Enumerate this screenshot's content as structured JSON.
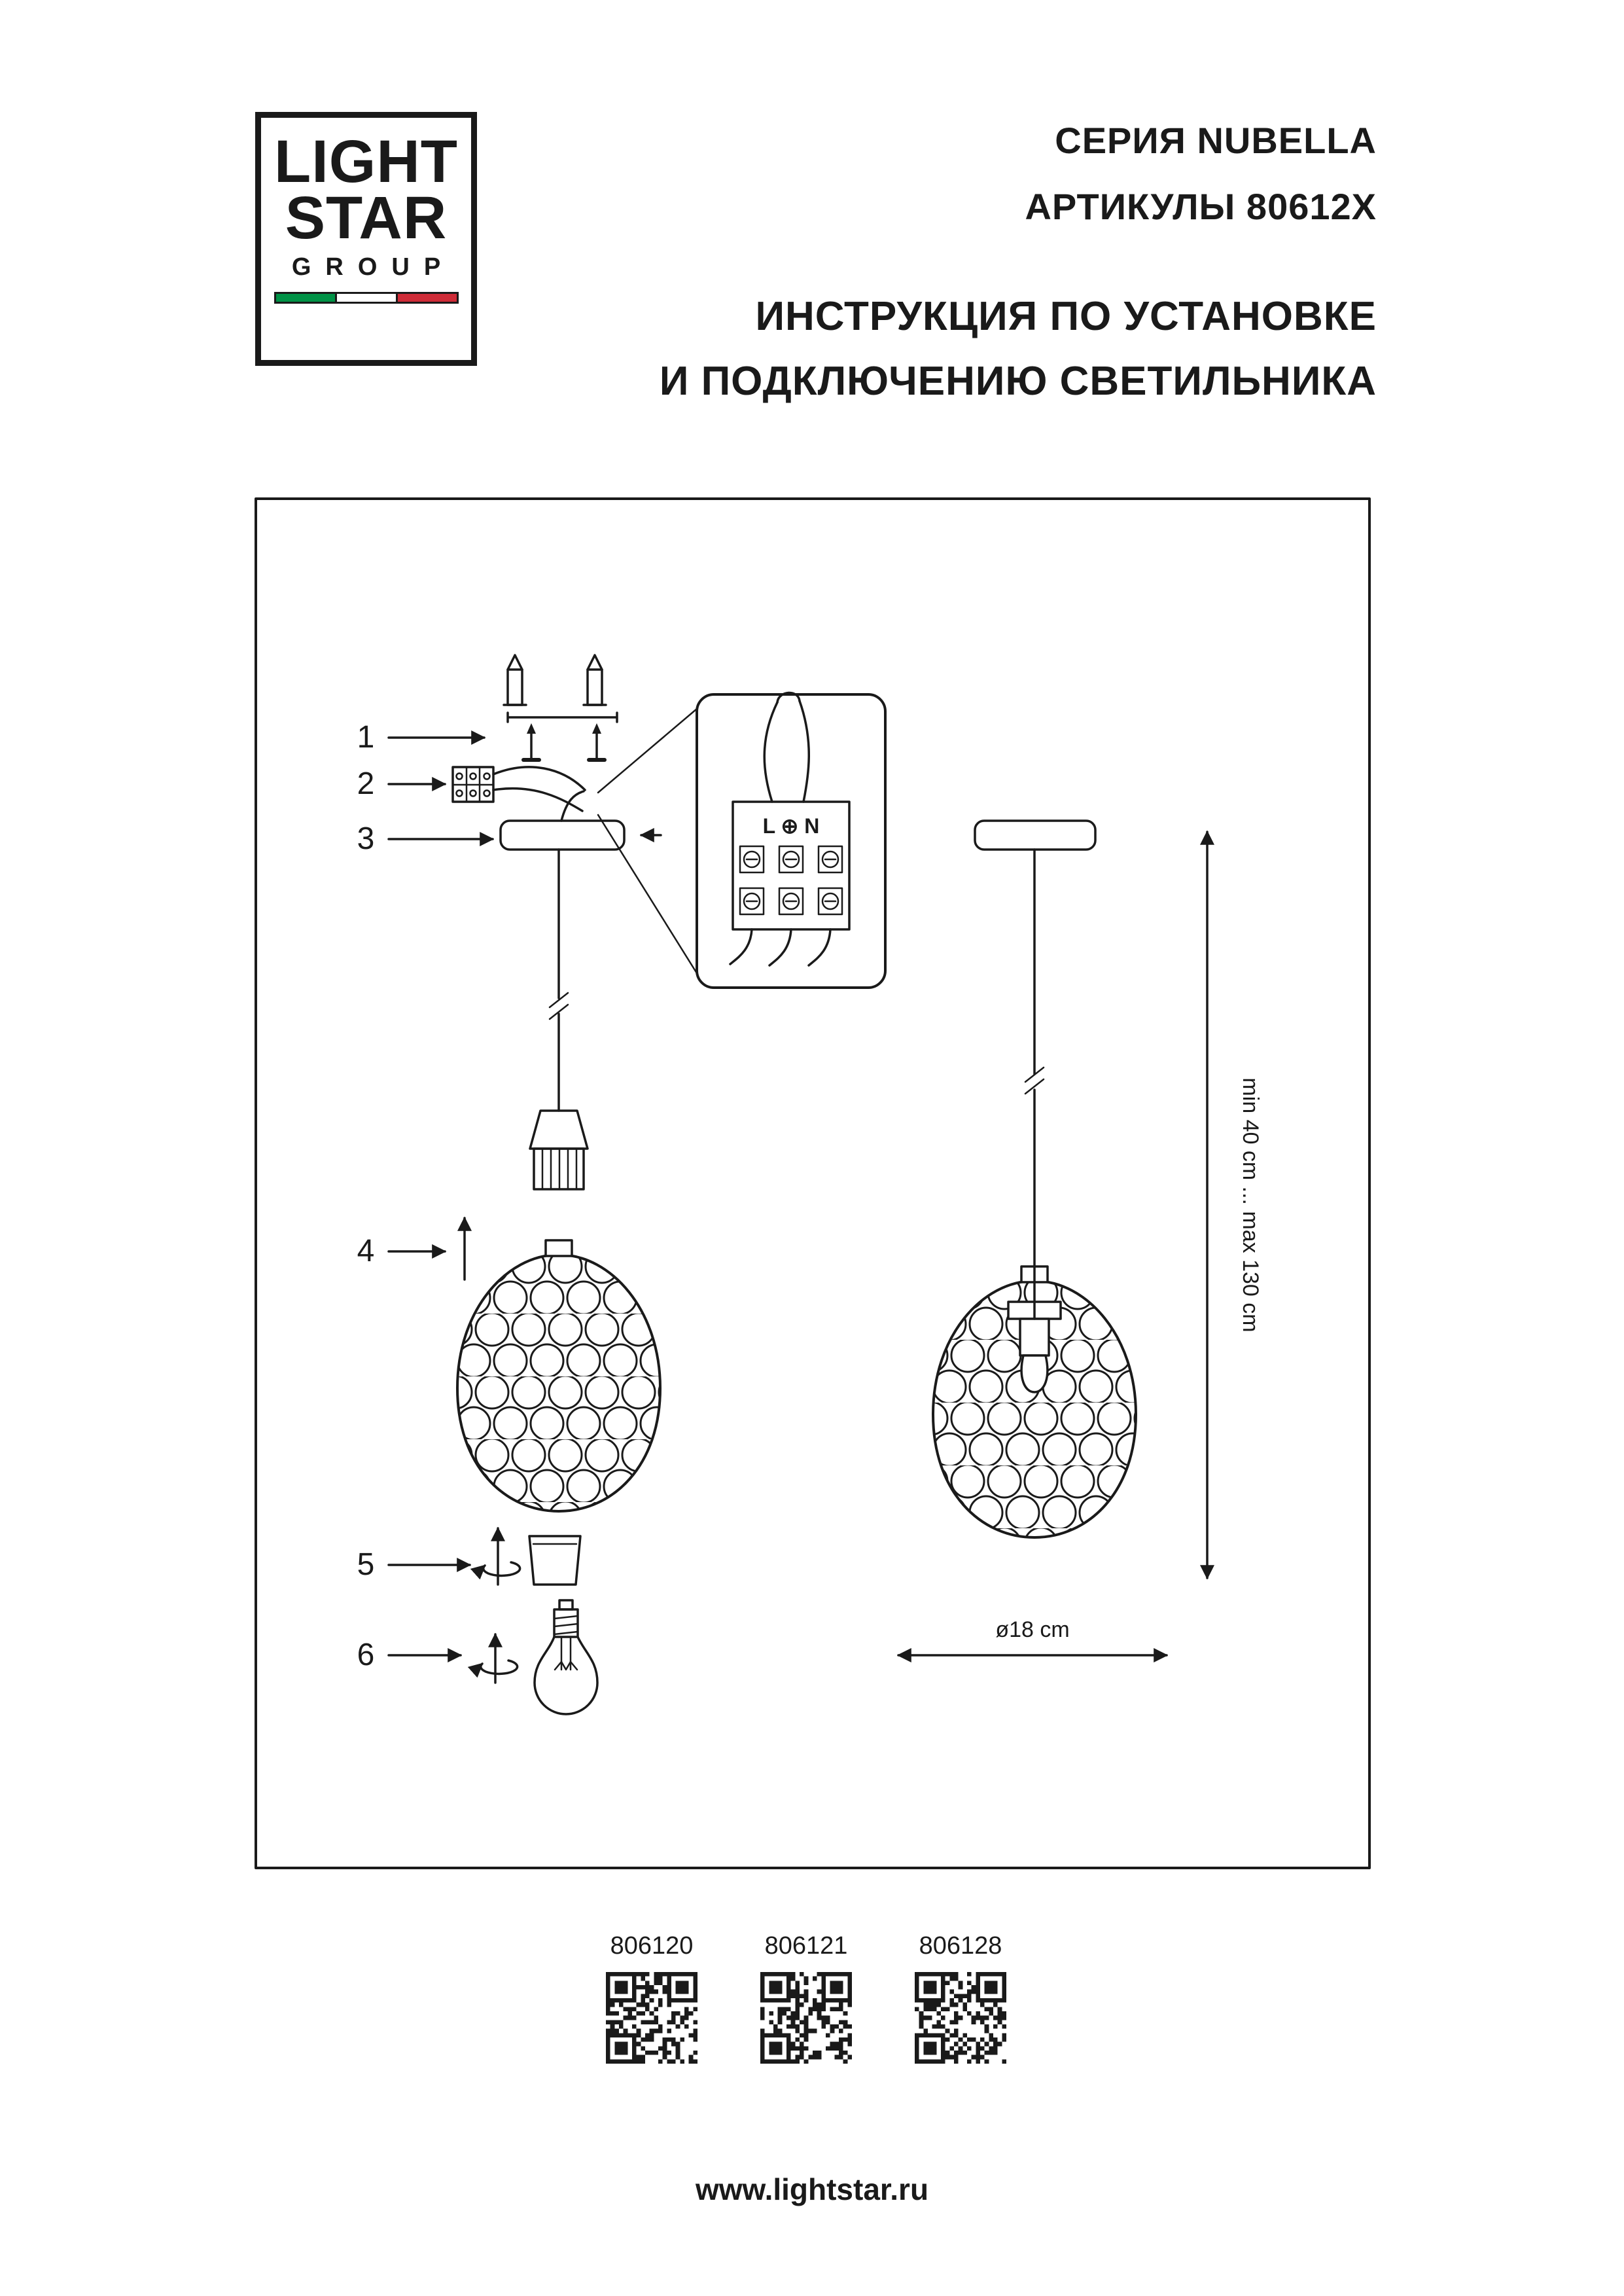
{
  "logo": {
    "line1": "LIGHT",
    "line2": "STAR",
    "line3": "GROUP"
  },
  "header": {
    "series": "СЕРИЯ NUBELLA",
    "articles": "АРТИКУЛЫ 80612X",
    "instruction_line1": "ИНСТРУКЦИЯ ПО УСТАНОВКЕ",
    "instruction_line2": "И ПОДКЛЮЧЕНИЮ СВЕТИЛЬНИКА"
  },
  "diagram": {
    "steps": [
      "1",
      "2",
      "3",
      "4",
      "5",
      "6"
    ],
    "wiring_label": "L ⊕ N",
    "dim_vertical": "min 40 cm ... max 130 cm",
    "dim_horizontal": "ø18 cm"
  },
  "qr_codes": [
    {
      "label": "806120"
    },
    {
      "label": "806121"
    },
    {
      "label": "806128"
    }
  ],
  "footer": {
    "url": "www.lightstar.ru"
  },
  "colors": {
    "ink": "#1a1a1a",
    "flag_green": "#009246",
    "flag_white": "#ffffff",
    "flag_red": "#ce2b37"
  }
}
